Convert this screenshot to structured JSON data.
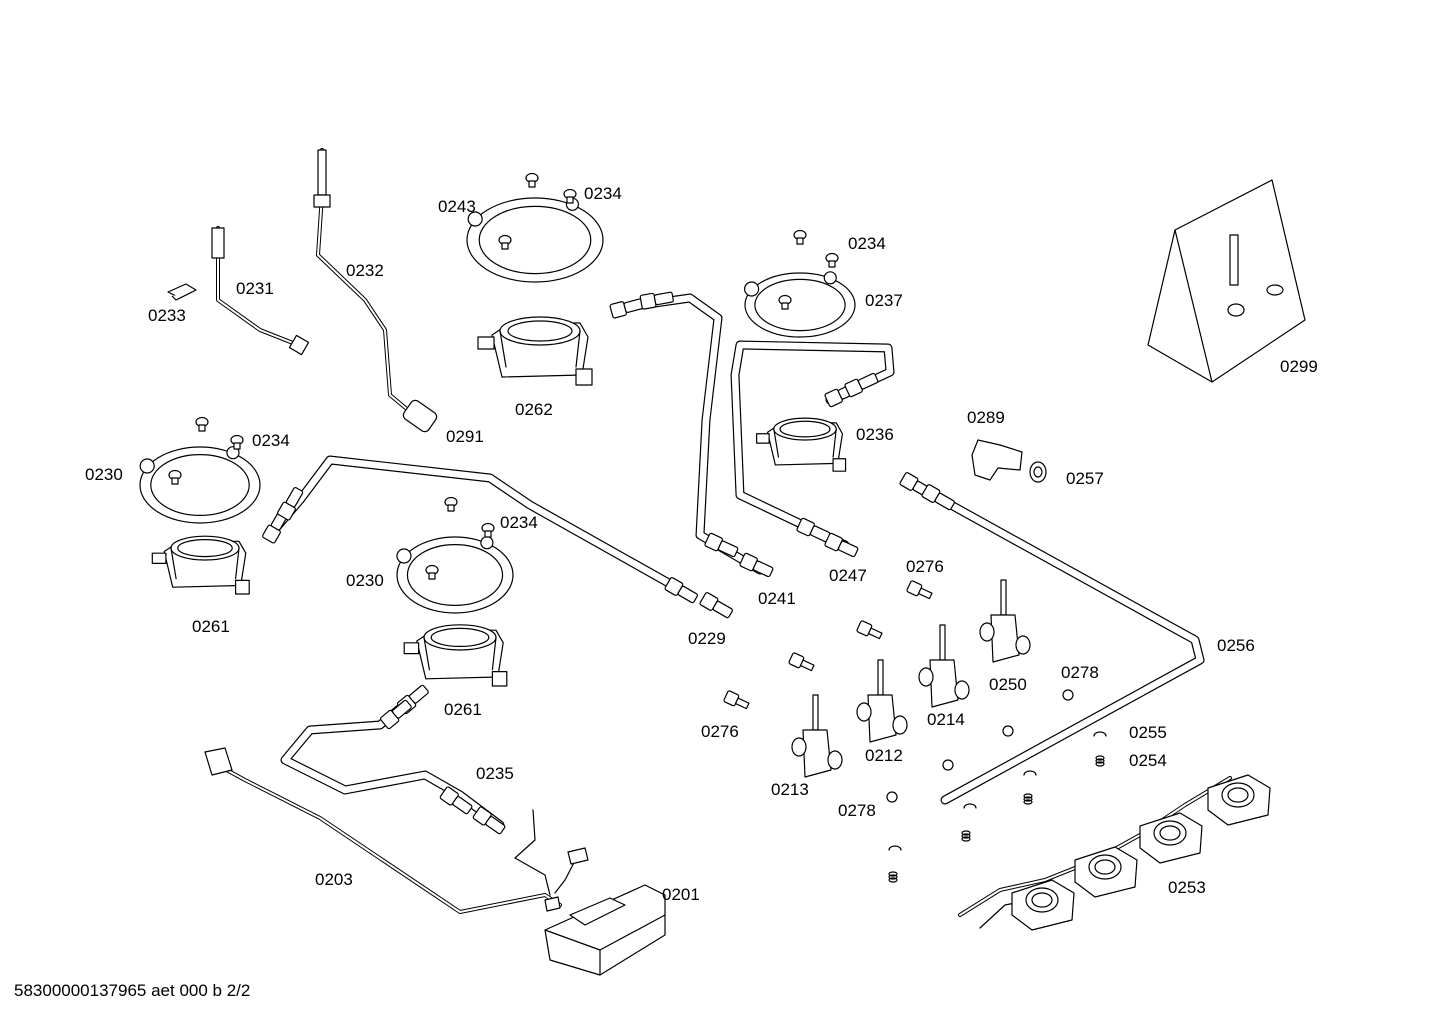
{
  "diagram": {
    "labels": [
      {
        "key": "l0234a",
        "text": "0234"
      },
      {
        "key": "l0243",
        "text": "0243"
      },
      {
        "key": "l0232",
        "text": "0232"
      },
      {
        "key": "l0231",
        "text": "0231"
      },
      {
        "key": "l0233",
        "text": "0233"
      },
      {
        "key": "l0262",
        "text": "0262"
      },
      {
        "key": "l0291",
        "text": "0291"
      },
      {
        "key": "l0234b",
        "text": "0234"
      },
      {
        "key": "l0237",
        "text": "0237"
      },
      {
        "key": "l0236",
        "text": "0236"
      },
      {
        "key": "l0299",
        "text": "0299"
      },
      {
        "key": "l0234c",
        "text": "0234"
      },
      {
        "key": "l0230a",
        "text": "0230"
      },
      {
        "key": "l0289",
        "text": "0289"
      },
      {
        "key": "l0257",
        "text": "0257"
      },
      {
        "key": "l0234d",
        "text": "0234"
      },
      {
        "key": "l0230b",
        "text": "0230"
      },
      {
        "key": "l0261a",
        "text": "0261"
      },
      {
        "key": "l0261b",
        "text": "0261"
      },
      {
        "key": "l0229",
        "text": "0229"
      },
      {
        "key": "l0241",
        "text": "0241"
      },
      {
        "key": "l0247",
        "text": "0247"
      },
      {
        "key": "l0276a",
        "text": "0276"
      },
      {
        "key": "l0256",
        "text": "0256"
      },
      {
        "key": "l0278a",
        "text": "0278"
      },
      {
        "key": "l0250",
        "text": "0250"
      },
      {
        "key": "l0214",
        "text": "0214"
      },
      {
        "key": "l0276b",
        "text": "0276"
      },
      {
        "key": "l0212",
        "text": "0212"
      },
      {
        "key": "l0255",
        "text": "0255"
      },
      {
        "key": "l0254",
        "text": "0254"
      },
      {
        "key": "l0235",
        "text": "0235"
      },
      {
        "key": "l0213",
        "text": "0213"
      },
      {
        "key": "l0278b",
        "text": "0278"
      },
      {
        "key": "l0203",
        "text": "0203"
      },
      {
        "key": "l0201",
        "text": "0201"
      },
      {
        "key": "l0253",
        "text": "0253"
      }
    ],
    "footer": "58300000137965 aet 000 b 2/2"
  }
}
